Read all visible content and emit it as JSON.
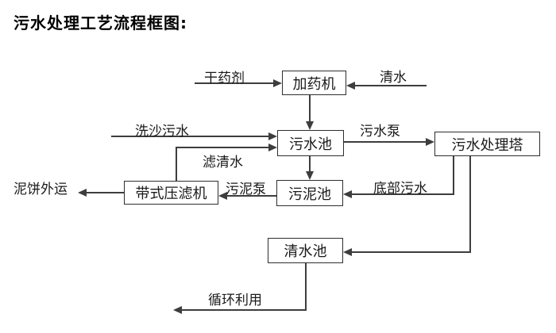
{
  "title": "污水处理工艺流程框图:",
  "nodes": {
    "dosing_machine": {
      "label": "加药机"
    },
    "sewage_pool": {
      "label": "污水池"
    },
    "treatment_tower": {
      "label": "污水处理塔"
    },
    "belt_filter_press": {
      "label": "带式压滤机"
    },
    "sludge_pool": {
      "label": "污泥池"
    },
    "clear_water_pool": {
      "label": "清水池"
    }
  },
  "edges": {
    "dry_agent": {
      "label": "干药剂",
      "from": "external",
      "to": "dosing_machine"
    },
    "clear_water": {
      "label": "清水",
      "from": "external",
      "to": "dosing_machine"
    },
    "dosing_to_sewage": {
      "label": "",
      "from": "dosing_machine",
      "to": "sewage_pool"
    },
    "sand_washing": {
      "label": "洗沙污水",
      "from": "external",
      "to": "sewage_pool"
    },
    "filtered_water": {
      "label": "滤清水",
      "from": "belt_filter_press",
      "to": "sewage_pool"
    },
    "sewage_pump": {
      "label": "污水泵",
      "from": "sewage_pool",
      "to": "treatment_tower"
    },
    "sewage_to_sludge": {
      "label": "",
      "from": "sewage_pool",
      "to": "sludge_pool"
    },
    "sludge_pump": {
      "label": "污泥泵",
      "from": "sludge_pool",
      "to": "belt_filter_press"
    },
    "mud_cake_out": {
      "label": "泥饼外运",
      "from": "belt_filter_press",
      "to": "external"
    },
    "bottom_sewage": {
      "label": "底部污水",
      "from": "treatment_tower",
      "to": "sludge_pool"
    },
    "tower_to_clear": {
      "label": "",
      "from": "treatment_tower",
      "to": "clear_water_pool"
    },
    "recycle_use": {
      "label": "循环利用",
      "from": "clear_water_pool",
      "to": "external"
    }
  },
  "colors": {
    "background": "#ffffff",
    "line": "#3d3d3d",
    "node_border": "#2e2e2e",
    "node_fill": "#ffffff",
    "text": "#1a1a1a"
  }
}
